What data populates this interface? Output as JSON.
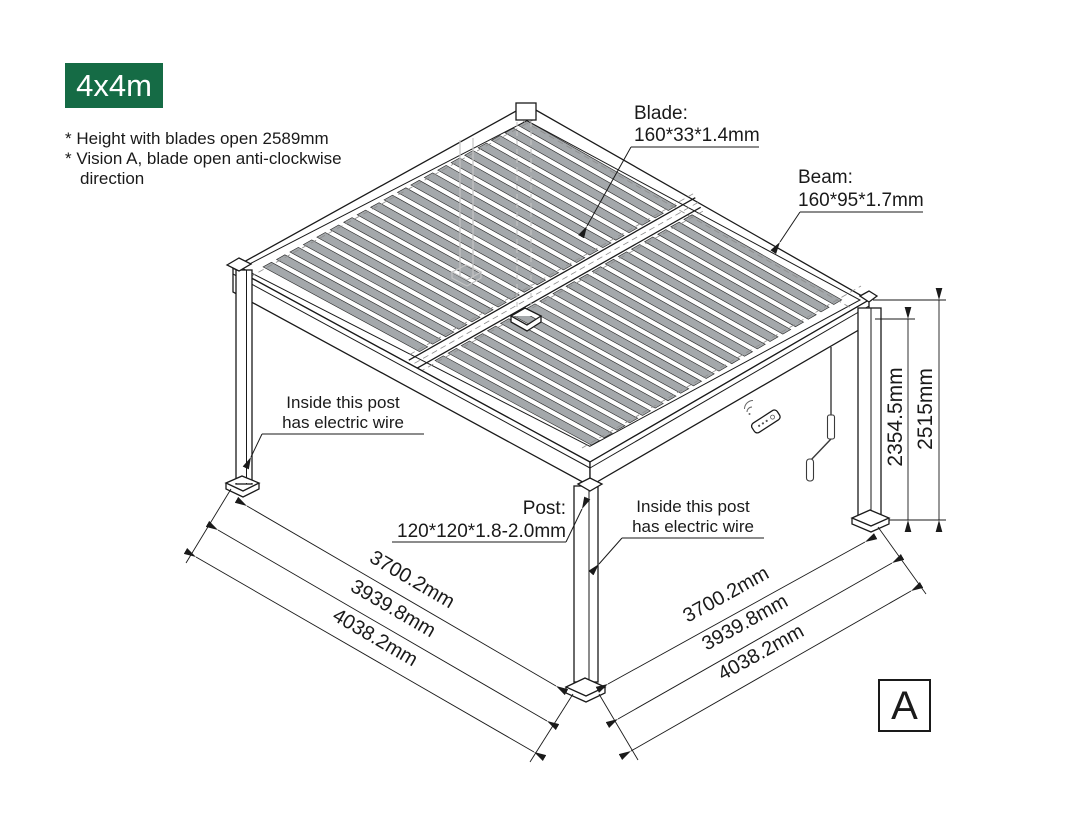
{
  "badge": {
    "label": "4x4m"
  },
  "notes": [
    "* Height with blades open 2589mm",
    "* Vision A, blade open anti-clockwise",
    "direction"
  ],
  "callouts": {
    "blade": {
      "title": "Blade:",
      "spec": "160*33*1.4mm"
    },
    "beam": {
      "title": "Beam:",
      "spec": "160*95*1.7mm"
    },
    "post": {
      "title": "Post:",
      "spec": "120*120*1.8-2.0mm"
    },
    "electric_left": {
      "line1": "Inside this post",
      "line2": "has electric wire"
    },
    "electric_right": {
      "line1": "Inside this post",
      "line2": "has electric wire"
    }
  },
  "dimensions": {
    "height_inner": "2354.5mm",
    "height_outer": "2515mm",
    "left_edge": [
      "3700.2mm",
      "3939.8mm",
      "4038.2mm"
    ],
    "right_edge": [
      "3700.2mm",
      "3939.8mm",
      "4038.2mm"
    ]
  },
  "view_label": "A",
  "colors": {
    "accent_green": "#156b45",
    "line": "#1a1a1a",
    "blade_fill": "#a4a8ab",
    "ghost": "#c4c4c4"
  }
}
